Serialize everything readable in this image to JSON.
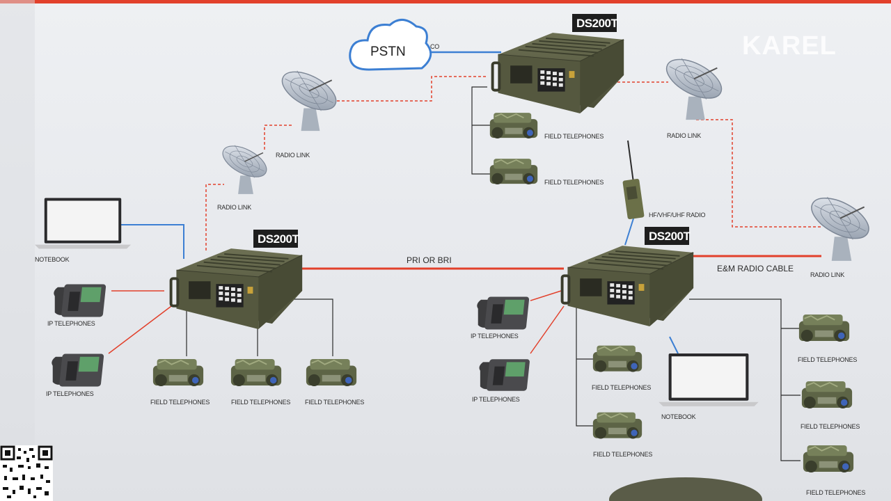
{
  "brand": "KAREL",
  "cloud": {
    "label": "PSTN",
    "link_label": "CO"
  },
  "devices": [
    {
      "id": "top",
      "name": "DS200T"
    },
    {
      "id": "left",
      "name": "DS200T"
    },
    {
      "id": "right",
      "name": "DS200T"
    }
  ],
  "links": {
    "pri_bri": "PRI OR BRI",
    "em_cable": "E&M RADIO CABLE",
    "radio_link": "RADIO LINK",
    "hf_radio": "HF/VHF/UHF RADIO"
  },
  "labels": {
    "notebook": "NOTEBOOK",
    "ip_telephones": "IP TELEPHONES",
    "field_telephones": "FIELD TELEPHONES",
    "radio_link": "RADIO LINK"
  },
  "colors": {
    "accent_red": "#e2402b",
    "link_blue": "#3c7fd3",
    "wire_black": "#2b2b2b",
    "device_green": "#5a5d44"
  }
}
